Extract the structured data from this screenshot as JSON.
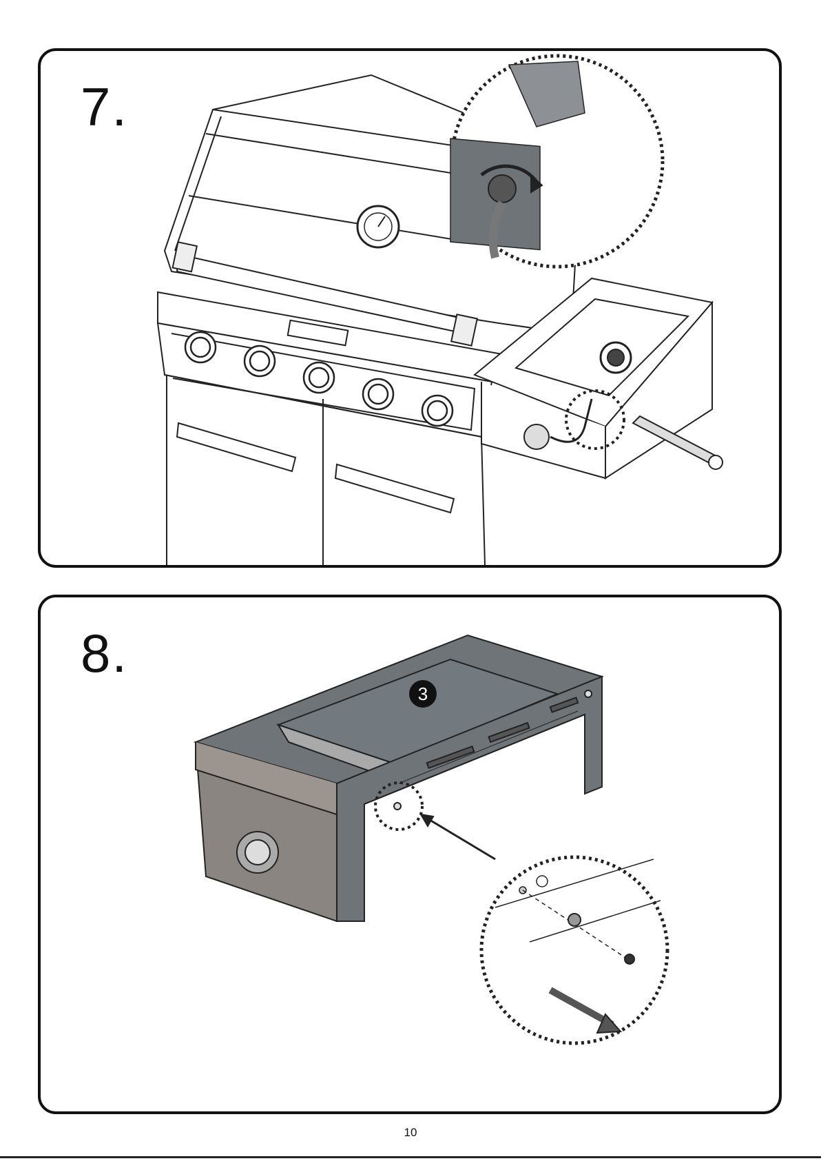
{
  "steps": [
    {
      "number": "7.",
      "illustration": "grill-side-burner-gas-hose-connection"
    },
    {
      "number": "8.",
      "illustration": "side-burner-bracket-screw-removal",
      "part_callout": "3"
    }
  ],
  "page_number": "10",
  "colors": {
    "line": "#111111",
    "steel_dark": "#6f7478",
    "steel_face": "#8a8580",
    "paper": "#ffffff"
  }
}
